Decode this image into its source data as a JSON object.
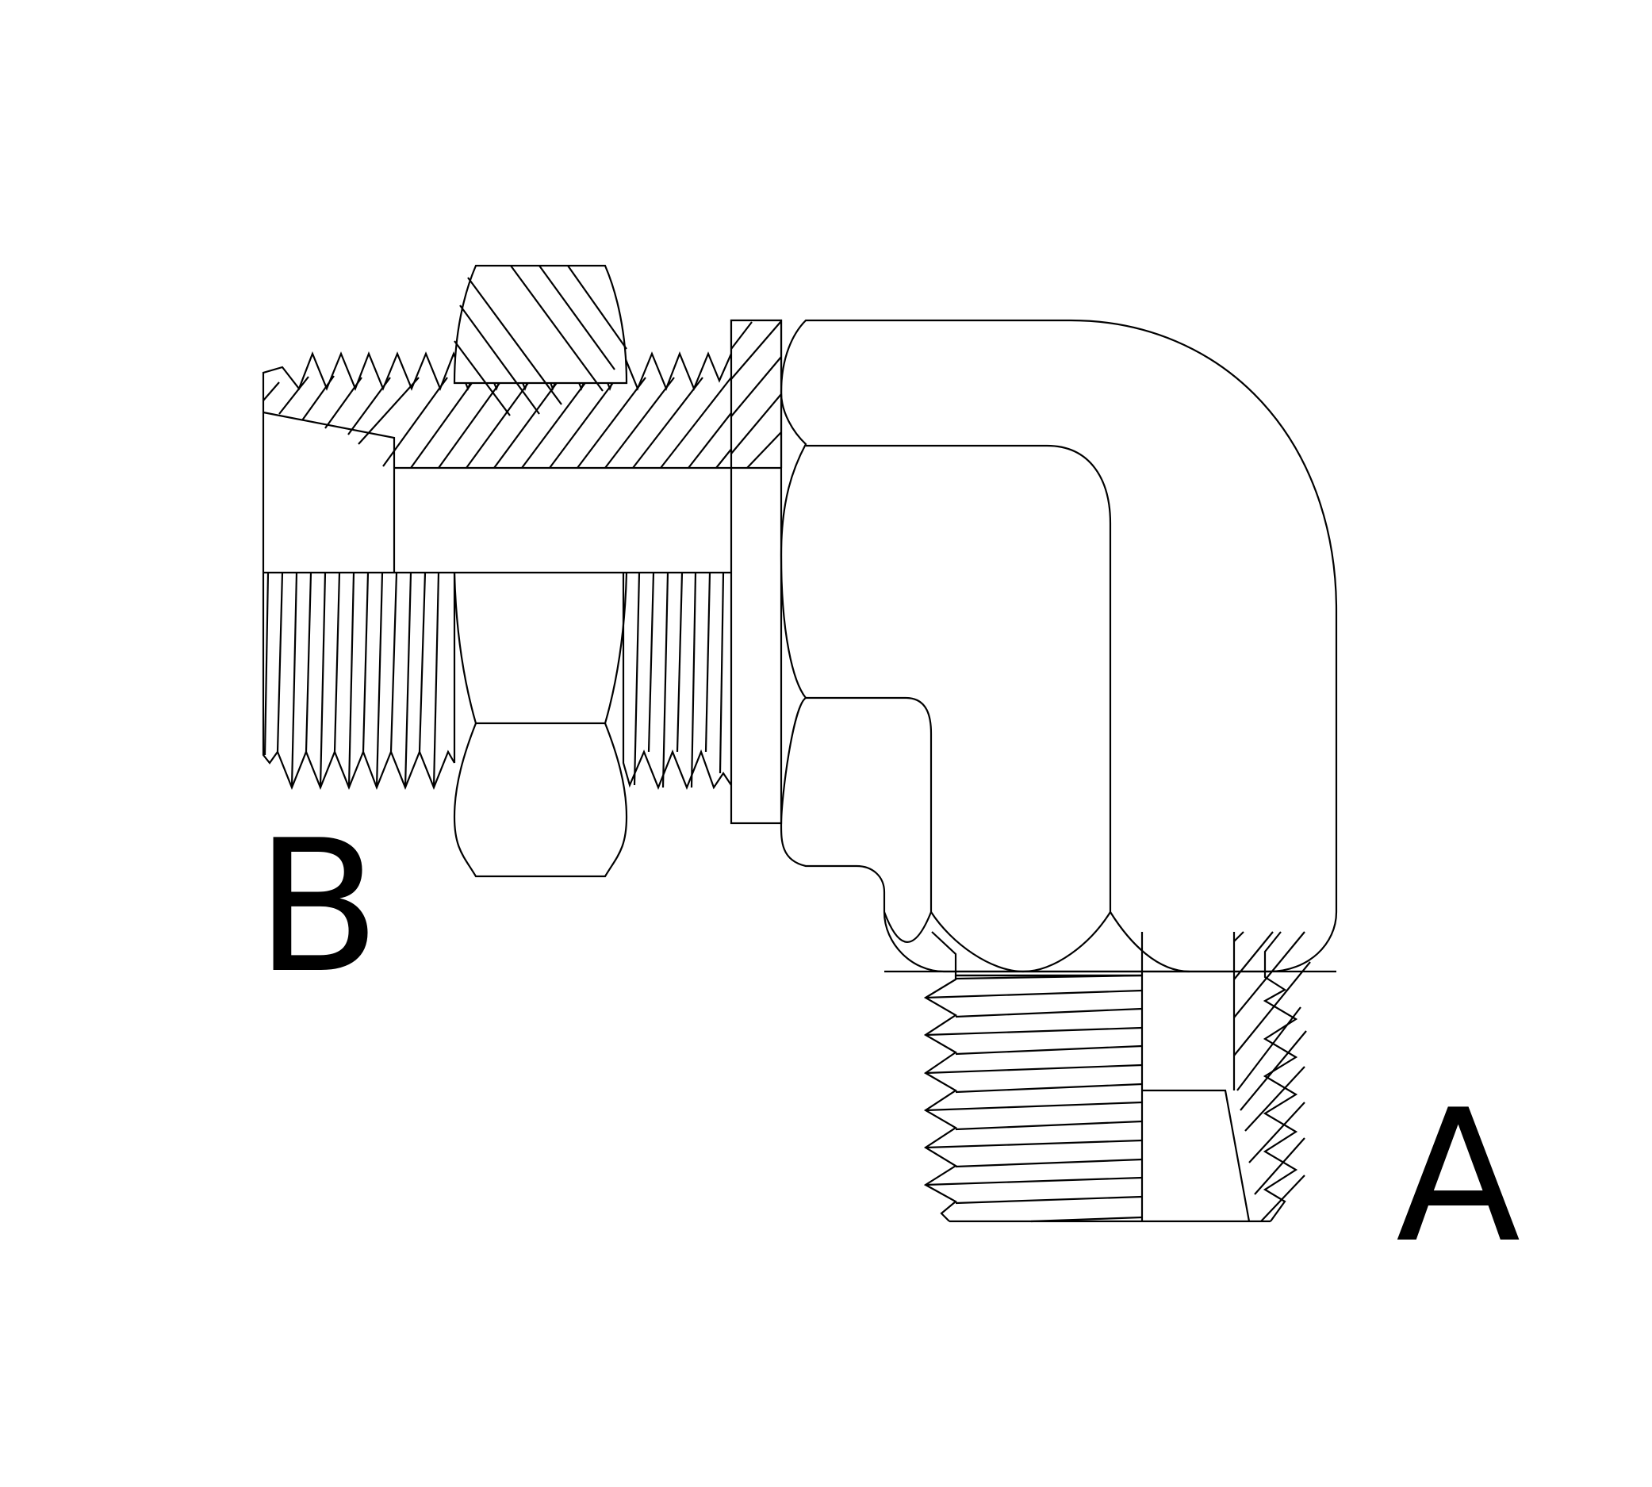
{
  "diagram": {
    "title": "90 degree elbow fitting cross-section",
    "labels": {
      "port_a": "A",
      "port_b": "B"
    },
    "colors": {
      "stroke": "#000000",
      "background": "#ffffff"
    }
  }
}
